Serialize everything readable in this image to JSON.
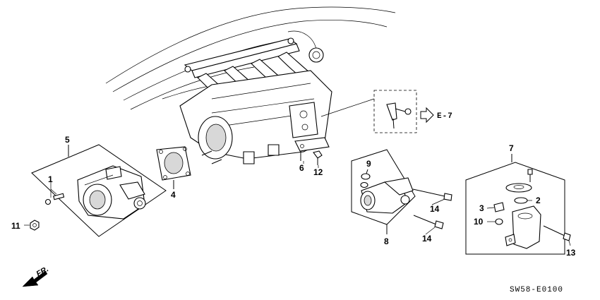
{
  "callouts": {
    "c1": "1",
    "c2": "2",
    "c3": "3",
    "c4": "4",
    "c5": "5",
    "c6": "6",
    "c7": "7",
    "c8": "8",
    "c9": "9",
    "c10": "10",
    "c11": "11",
    "c12": "12",
    "c13": "13",
    "c14a": "14",
    "c14b": "14"
  },
  "reference": {
    "label": "E-7"
  },
  "direction": {
    "label": "FR."
  },
  "diagram_code": "SW58-E0100"
}
